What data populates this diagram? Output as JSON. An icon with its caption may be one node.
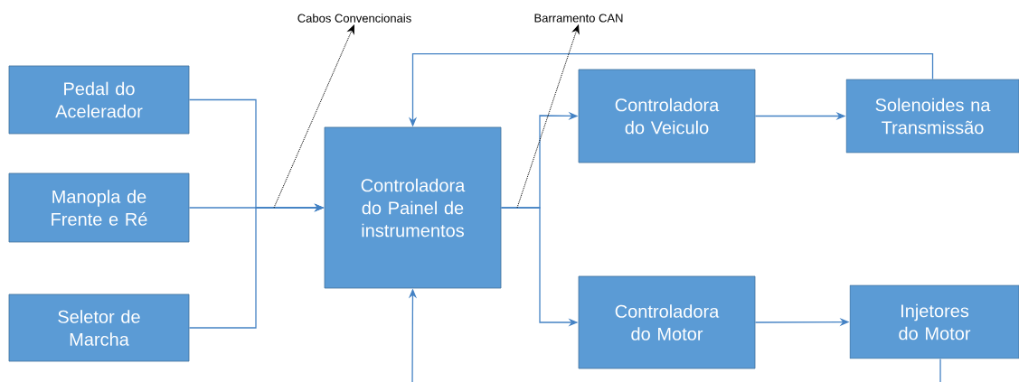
{
  "diagram": {
    "nodes": [
      {
        "text": [
          "Pedal do Acelerador"
        ]
      },
      {
        "text": [
          "Manopla de Frente e Ré"
        ]
      },
      {
        "text": [
          "Seletor de Marcha"
        ]
      },
      {
        "text": [
          "Controladora do Painel de instrumentos"
        ]
      },
      {
        "text": [
          "Controladora do Veiculo"
        ]
      },
      {
        "text": [
          "Solenoides na Transmissão"
        ]
      },
      {
        "text": [
          "Controladora do Motor"
        ]
      },
      {
        "text": [
          "Injetores do Motor"
        ]
      },
      {
        "text": [
          "Cabos Convencionais"
        ]
      },
      {
        "text": [
          "Barramento CAN"
        ]
      }
    ],
    "edges": [
      {
        "from": 0,
        "to": 3,
        "arrow": "to"
      },
      {
        "from": 1,
        "to": 3,
        "arrow": "to"
      },
      {
        "from": 2,
        "to": 3,
        "arrow": "to"
      },
      {
        "from": 3,
        "to": 4,
        "arrow": "to"
      },
      {
        "from": 3,
        "to": 6,
        "arrow": "to"
      },
      {
        "from": 4,
        "to": 5,
        "arrow": "to"
      },
      {
        "from": 6,
        "to": 7,
        "arrow": "to"
      },
      {
        "from": 5,
        "to": 3,
        "arrow": "to"
      },
      {
        "from": 7,
        "to": 3,
        "arrow": "to"
      },
      {
        "from": null,
        "to": 8,
        "arrow": "to",
        "style": "dashed",
        "color": "#000000"
      },
      {
        "from": null,
        "to": 9,
        "arrow": "to",
        "style": "dashed",
        "color": "#000000"
      }
    ]
  }
}
